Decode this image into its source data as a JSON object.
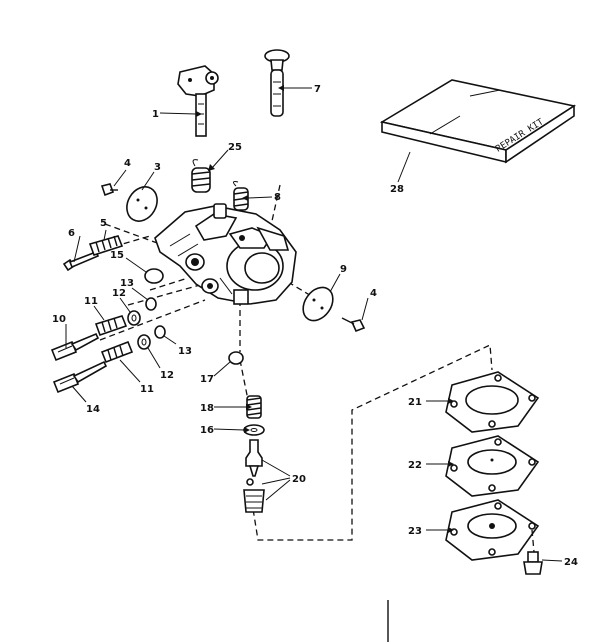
{
  "callouts": {
    "c1": "1",
    "c7": "7",
    "c25": "25",
    "c4a": "4",
    "c3": "3",
    "c8a": "8",
    "c6": "6",
    "c5": "5",
    "c15": "15",
    "c13a": "13",
    "c12a": "12",
    "c11a": "11",
    "c10": "10",
    "c14": "14",
    "c11b": "11",
    "c12b": "12",
    "c13b": "13",
    "c9": "9",
    "c4b": "4",
    "c17": "17",
    "c18": "18",
    "c16": "16",
    "c20": "20",
    "c28": "28",
    "c21": "21",
    "c22": "22",
    "c23": "23",
    "c24": "24"
  },
  "repair_kit_label": "REPAIR KIT"
}
